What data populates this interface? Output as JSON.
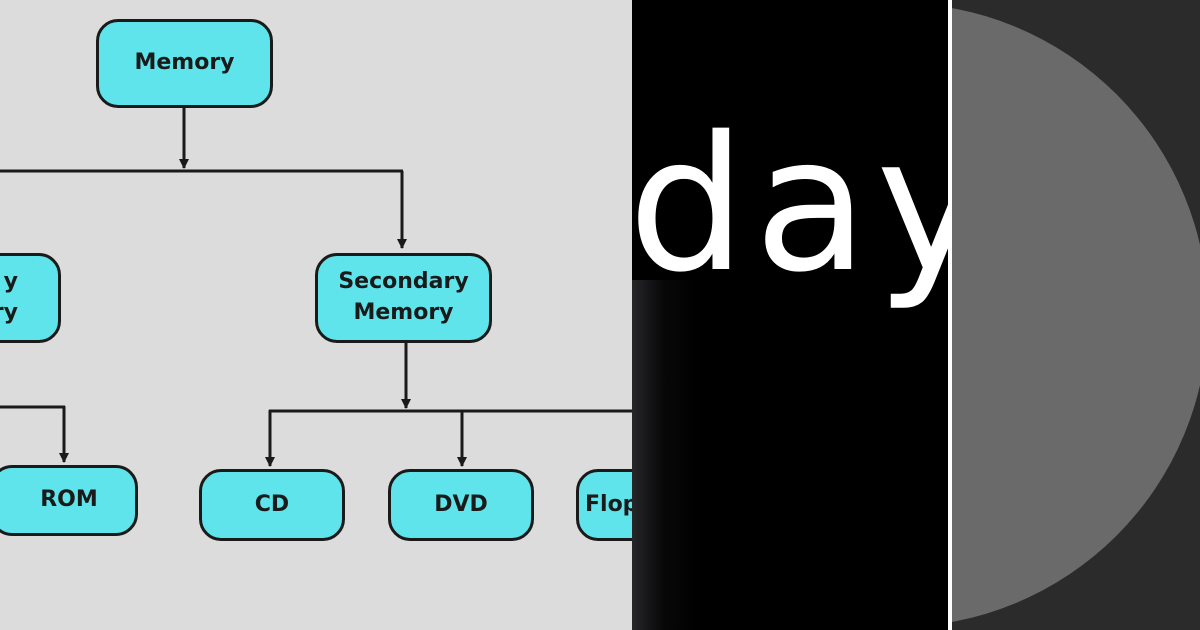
{
  "colors": {
    "diagram_background": "#dcdcdc",
    "node_fill": "#5ee4ea",
    "node_border": "#1a1a1a",
    "connector": "#1a1a1a",
    "middle_background": "#000000",
    "word_color": "#ffffff",
    "right_background": "#2b2b2b",
    "circle_fill": "#6a6a6a"
  },
  "diagram": {
    "nodes": {
      "memory": "Memory",
      "primary_memory": "y\nry",
      "secondary_memory": "Secondary\nMemory",
      "rom": "ROM",
      "cd": "CD",
      "dvd": "DVD",
      "floppy": "Flop"
    }
  },
  "middle": {
    "word": "day"
  }
}
